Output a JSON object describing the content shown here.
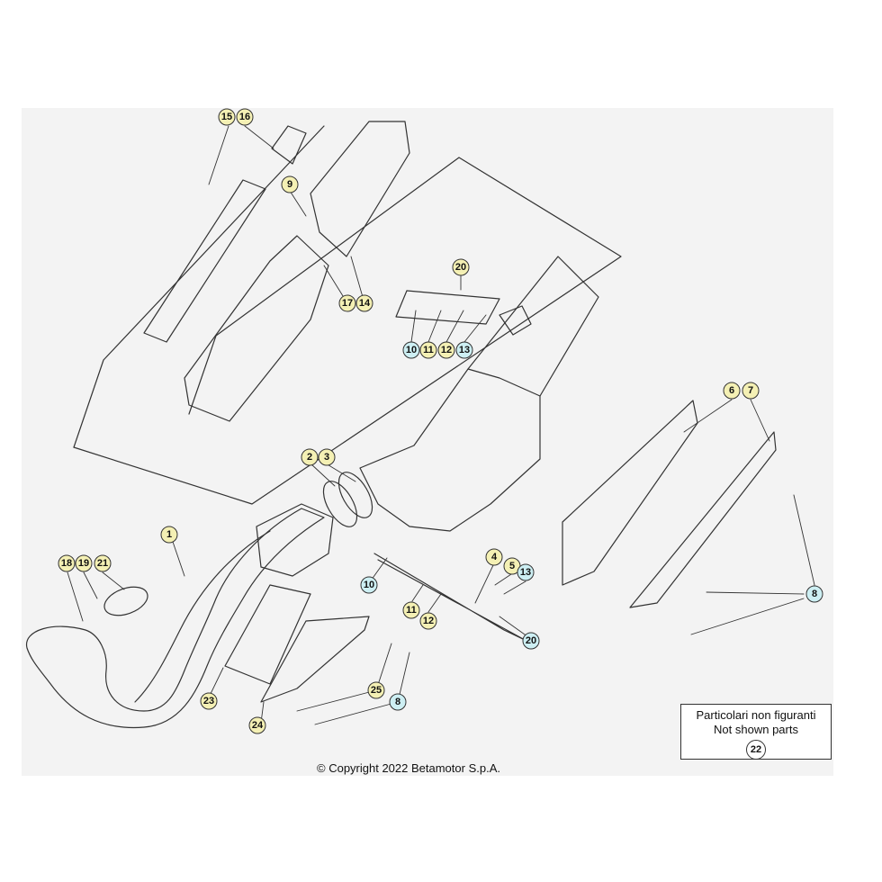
{
  "colors": {
    "yellow_callout": "#f4f0b4",
    "cyan_callout": "#cdeff3",
    "line": "#333333",
    "background": "#f3f3f3"
  },
  "callouts": {
    "c1": "1",
    "c2": "2",
    "c3": "3",
    "c4": "4",
    "c5": "5",
    "c6": "6",
    "c7": "7",
    "c8a": "8",
    "c8b": "8",
    "c9": "9",
    "c10a": "10",
    "c10b": "10",
    "c11a": "11",
    "c11b": "11",
    "c12a": "12",
    "c12b": "12",
    "c13a": "13",
    "c13b": "13",
    "c14": "14",
    "c15": "15",
    "c16": "16",
    "c17": "17",
    "c18": "18",
    "c19": "19",
    "c20a": "20",
    "c20b": "20",
    "c21": "21",
    "c23": "23",
    "c24": "24",
    "c25": "25"
  },
  "not_shown": {
    "line1": "Particolari non figuranti",
    "line2": "Not shown parts",
    "badge": "22"
  },
  "copyright": "© Copyright 2022 Betamotor S.p.A."
}
